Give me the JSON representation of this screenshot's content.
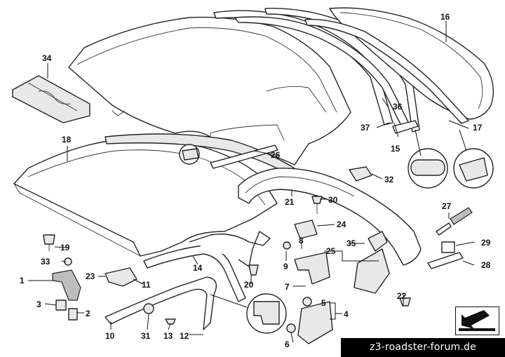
{
  "diagram": {
    "callouts": {
      "c1": "1",
      "c2": "2",
      "c3": "3",
      "c4": "4",
      "c5": "5",
      "c6": "6",
      "c7": "7",
      "c8": "8",
      "c9": "9",
      "c10": "10",
      "c11": "11",
      "c12": "12",
      "c13": "13",
      "c14": "14",
      "c15": "15",
      "c16": "16",
      "c17": "17",
      "c18": "18",
      "c19": "19",
      "c20": "20",
      "c21": "21",
      "c22": "22",
      "c23": "23",
      "c24": "24",
      "c25": "25",
      "c26": "26",
      "c27": "27",
      "c28": "28",
      "c29": "29",
      "c30": "30",
      "c31": "31",
      "c32": "32",
      "c33": "33",
      "c34": "34",
      "c35": "35",
      "c36": "36",
      "c37": "37"
    }
  },
  "watermark": "z3-roadster-forum.de",
  "nav_icon": "arrow-down-left-icon"
}
